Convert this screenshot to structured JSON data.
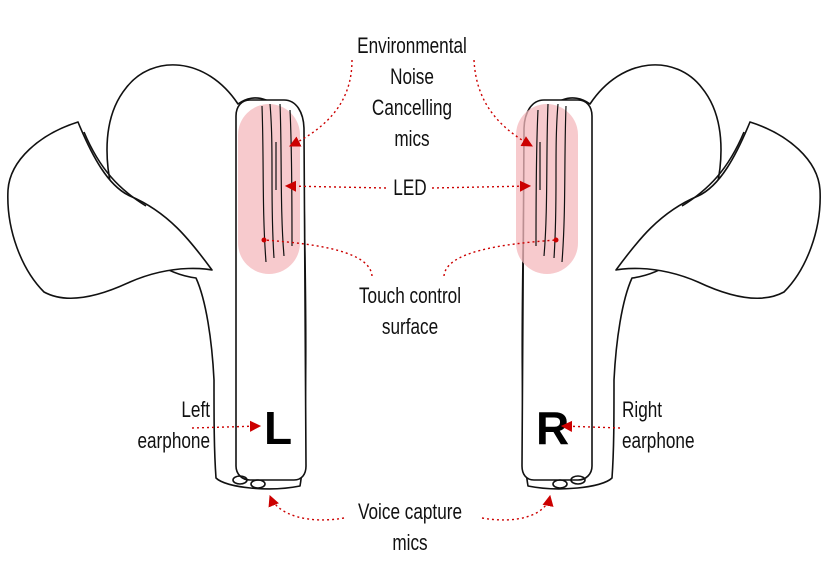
{
  "labels": {
    "env_mics": [
      "Environmental",
      "Noise",
      "Cancelling",
      "mics"
    ],
    "led": "LED",
    "touch": [
      "Touch control",
      "surface"
    ],
    "left": [
      "Left",
      "earphone"
    ],
    "right": [
      "Right",
      "earphone"
    ],
    "voice": [
      "Voice capture",
      "mics"
    ]
  },
  "letters": {
    "left": "L",
    "right": "R"
  },
  "colors": {
    "highlight": "#f4b8bc",
    "accent": "#cc0000",
    "outline": "#111111"
  }
}
